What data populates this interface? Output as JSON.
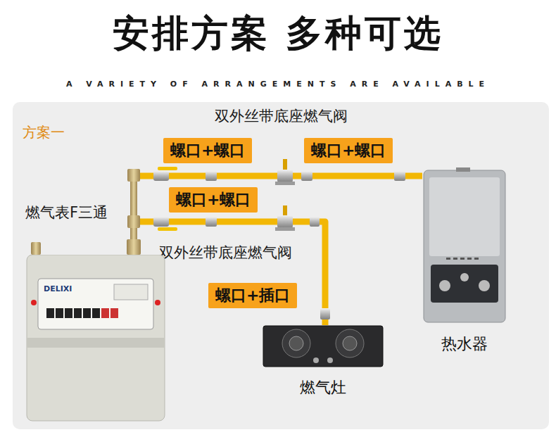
{
  "diagram": {
    "title": "安排方案 多种可选",
    "nodes": [
      {
        "text": [
          "方案一"
        ]
      },
      {
        "text": [
          "DELIXI"
        ],
        "in": 0
      },
      {
        "text": [
          "螺口+螺口"
        ],
        "in": 0
      },
      {
        "text": [
          "螺口+螺口"
        ],
        "in": 0
      },
      {
        "text": [
          "螺口+螺口"
        ],
        "in": 0
      },
      {
        "text": [
          "螺口+插口"
        ],
        "in": 0
      },
      {
        "text": [
          "热水器"
        ],
        "in": 0
      },
      {
        "text": [
          "燃气灶"
        ],
        "in": 0
      }
    ],
    "edges": [
      {
        "from": 1,
        "to": 6,
        "arrow": "none"
      },
      {
        "from": 1,
        "to": 7,
        "arrow": "none"
      }
    ],
    "labels": [
      "A VARIETY OF ARRANGEMENTS ARE AVAILABLE",
      "双外丝带底座燃气阀",
      "燃气表F三通",
      "双外丝带底座燃气阀"
    ]
  }
}
